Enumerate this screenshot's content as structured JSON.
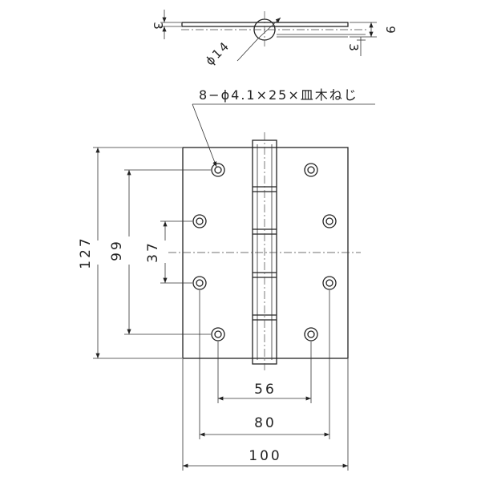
{
  "drawing": {
    "screw_note": "8−ϕ4.1×25×皿木ねじ",
    "side_view": {
      "thickness": "3",
      "pin_diameter": "ϕ14",
      "knuckle_height": "9",
      "offset": "3"
    },
    "dimensions": {
      "overall_height": "127",
      "outer_hole_pitch": "99",
      "inner_hole_pitch": "37",
      "inner_hole_spacing": "56",
      "outer_hole_spacing": "80",
      "overall_width": "100"
    }
  }
}
